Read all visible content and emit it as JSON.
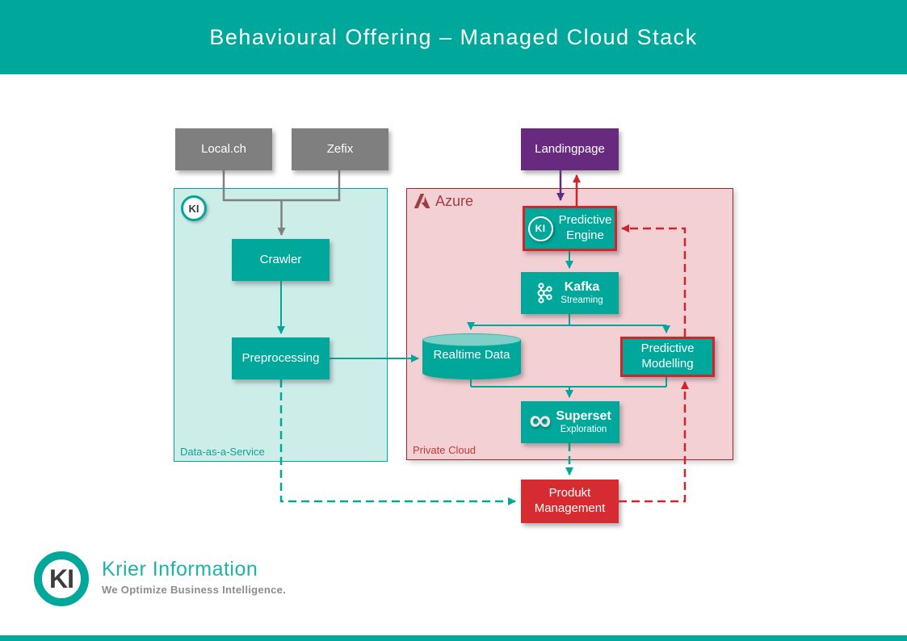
{
  "header": {
    "title": "Behavioural Offering – Managed Cloud Stack"
  },
  "regions": {
    "daas": {
      "label": "Data-as-a-Service",
      "badge": "KI"
    },
    "private_cloud": {
      "label": "Private Cloud",
      "provider_label": "Azure"
    }
  },
  "nodes": {
    "local_ch": {
      "label": "Local.ch"
    },
    "zefix": {
      "label": "Zefix"
    },
    "landingpage": {
      "label": "Landingpage"
    },
    "crawler": {
      "label": "Crawler"
    },
    "preprocessing": {
      "label": "Preprocessing"
    },
    "predictive_engine": {
      "label": "Predictive Engine",
      "badge": "KI"
    },
    "kafka": {
      "title": "Kafka",
      "subtitle": "Streaming"
    },
    "realtime_data": {
      "label": "Realtime Data"
    },
    "predictive_modelling": {
      "label": "Predictive Modelling"
    },
    "superset": {
      "title": "Superset",
      "subtitle": "Exploration"
    },
    "produkt_management": {
      "label": "Produkt Management"
    }
  },
  "icons": {
    "superset_glyph": "∞"
  },
  "footer_logo": {
    "monogram": "KI",
    "company": "Krier Information",
    "tagline": "We Optimize Business Intelligence."
  },
  "colors": {
    "teal": "#00A79B",
    "teal_region_fill": "#CDEDE9",
    "pink_region_fill": "#F3D0D3",
    "pink_region_border": "#A4252C",
    "gray_node": "#7F7F7F",
    "purple_node": "#682A7E",
    "red": "#D2232A",
    "red_node": "#D62B30",
    "cylinder_top": "#7ED0C9",
    "azure_wordmark": "#9E3E44"
  }
}
